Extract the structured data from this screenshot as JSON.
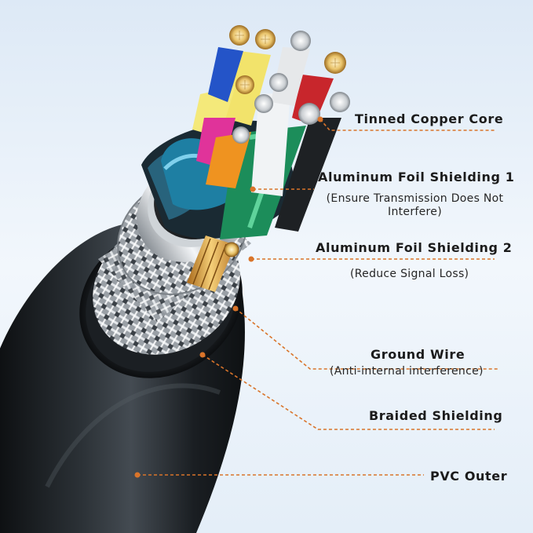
{
  "callouts": [
    {
      "id": "tinned-copper-core",
      "title": "Tinned Copper Core",
      "subtitle": ""
    },
    {
      "id": "aluminum-foil-shielding-1",
      "title": "Aluminum Foil Shielding 1",
      "subtitle": "(Ensure Transmission Does Not Interfere)"
    },
    {
      "id": "aluminum-foil-shielding-2",
      "title": "Aluminum Foil Shielding 2",
      "subtitle": "(Reduce Signal Loss)"
    },
    {
      "id": "ground-wire",
      "title": "Ground Wire",
      "subtitle": "(Anti-internal interference)"
    },
    {
      "id": "braided-shielding",
      "title": "Braided Shielding",
      "subtitle": ""
    },
    {
      "id": "pvc-outer",
      "title": "PVC Outer",
      "subtitle": ""
    }
  ],
  "colors": {
    "background": "#e9f1fa",
    "leader": "#d9742a",
    "jacket": "#161a1d",
    "braid": "#bfc3c8",
    "foil": "#d9dde1",
    "copper": "#c88a2e",
    "tinned_strand": "#f3d98c"
  }
}
